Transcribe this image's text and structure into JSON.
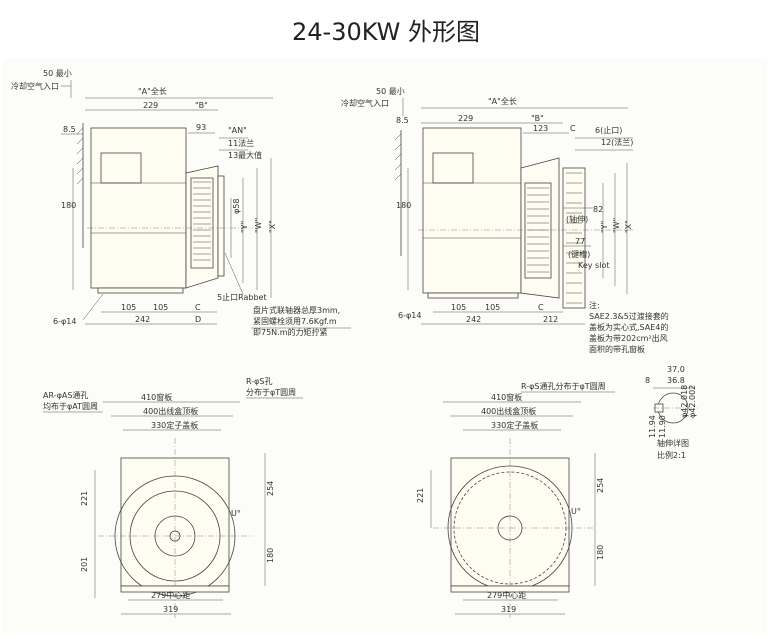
{
  "title": "24-30KW  外形图",
  "side_left": {
    "min50": "50 最小",
    "air_inlet": "冷却空气入口",
    "a_total": "\"A\"全长",
    "d229": "229",
    "b": "\"B\"",
    "d93": "93",
    "an": "\"AN\"",
    "flange11": "11法兰",
    "max13": "13最大值",
    "d8_5": "8.5",
    "d180": "180",
    "phi58": "φ58",
    "y": "\"Y\"",
    "w": "\"W\"",
    "x": "\"X\"",
    "rabbet": "5止口Rabbet",
    "d105a": "105",
    "d105b": "105",
    "c": "C",
    "d242": "242",
    "d": "D",
    "holes": "6-φ14",
    "note1": "盘片式联轴器总厚3mm,",
    "note2": "紧固螺栓须用7.6Kgf.m",
    "note3": "即75N.m的力矩拧紧"
  },
  "side_right": {
    "min50": "50 最小",
    "air_inlet": "冷却空气入口",
    "a_total": "\"A\"全长",
    "d8_5": "8.5",
    "d229": "229",
    "b": "\"B\"",
    "d123": "123",
    "c": "C",
    "spigot6": "6(止口)",
    "flange12": "12(法兰)",
    "d180": "180",
    "d82": "82",
    "shaft_ext": "(轴伸)",
    "y": "\"Y\"",
    "w": "\"W\"",
    "x": "\"X\"",
    "d77": "77",
    "keyway": "(键槽)",
    "key_slot": "Key slot",
    "d105a": "105",
    "d105b": "105",
    "c2": "C",
    "d242": "242",
    "d212": "212",
    "holes": "6-φ14",
    "note_head": "注:",
    "note1": "SAE2.3&5过渡接套的",
    "note2": "盖板为实心式,SAE4的",
    "note3": "盖板为带202cm²出风",
    "note4": "面积的带孔窗板"
  },
  "front_left": {
    "ar_holes": "AR-φAS通孔",
    "ar_dist": "均布于φAT圆周",
    "rs_holes": "R-φS孔",
    "rs_dist": "分布于φT圆周",
    "win410": "410窗板",
    "box400": "400出线盒顶板",
    "cover330": "330定子盖板",
    "d221": "221",
    "d254": "254",
    "d201": "201",
    "d180": "180",
    "u": "U°",
    "center279": "279中心距",
    "d319": "319"
  },
  "front_right": {
    "rs_holes": "R-φS通孔分布于φT圆周",
    "win410": "410窗板",
    "box400": "400出线盒顶板",
    "cover330": "330定子盖板",
    "d221": "221",
    "d254": "254",
    "d180": "180",
    "u": "U°",
    "center279": "279中心距",
    "d319": "319"
  },
  "shaft_detail": {
    "d37_0": "37.0",
    "d36_8": "36.8",
    "d8": "8",
    "phi42a": "φ42.018",
    "phi42b": "φ42.002",
    "d11_94": "11.94",
    "d11_90": "11.90",
    "label": "轴伸详图",
    "scale": "比例2:1"
  }
}
